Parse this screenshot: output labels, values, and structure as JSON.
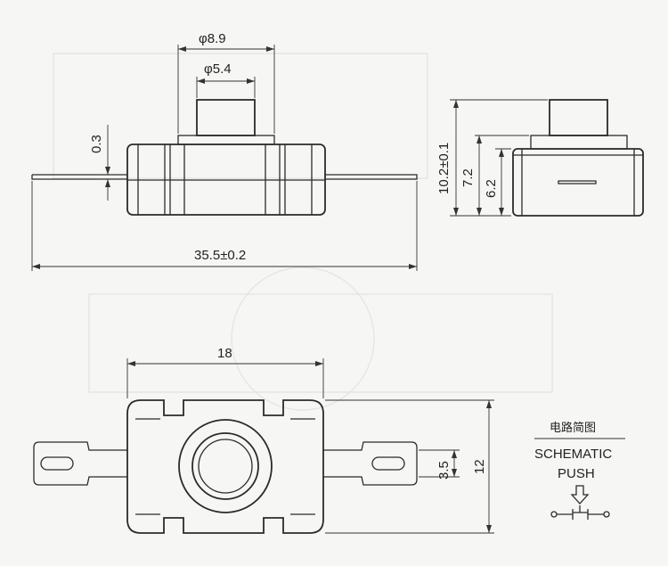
{
  "dimensions": {
    "top_view": {
      "outer_dia": "φ8.9",
      "inner_dia": "φ5.4",
      "terminal_thickness": "0.3",
      "total_length": "35.5±0.2"
    },
    "side_view": {
      "total_height": "10.2±0.1",
      "height_7_2": "7.2",
      "height_6_2": "6.2"
    },
    "bottom_view": {
      "body_width": "18",
      "body_height": "12",
      "terminal_pitch": "3.5"
    }
  },
  "schematic": {
    "title_cn": "电路简图",
    "title_en": "SCHEMATIC",
    "push_label": "PUSH"
  },
  "colors": {
    "line": "#2b2b2b",
    "background": "#f6f6f4"
  }
}
